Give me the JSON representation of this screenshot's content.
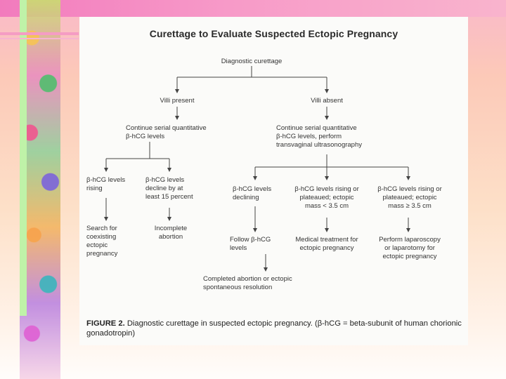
{
  "figure": {
    "title": "Curettage to Evaluate Suspected Ectopic Pregnancy",
    "nodes": {
      "root": "Diagnostic curettage",
      "villi_present": "Villi present",
      "villi_absent": "Villi absent",
      "continue_left": "Continue serial quantitative\nβ-hCG levels",
      "continue_right": "Continue serial quantitative\nβ-hCG levels, perform\ntransvaginal ultrasonography",
      "hcg_rising": "β-hCG levels\nrising",
      "hcg_decline_15": "β-hCG levels\ndecline by at\nleast 15 percent",
      "hcg_declining": "β-hCG levels\ndeclining",
      "rising_mass_small": "β-hCG levels rising or\nplateaued; ectopic\nmass < 3.5 cm",
      "rising_mass_large": "β-hCG levels rising or\nplateaued; ectopic\nmass ≥ 3.5 cm",
      "search_coexisting": "Search for\ncoexisting\nectopic\npregnancy",
      "incomplete_abortion": "Incomplete\nabortion",
      "follow_hcg": "Follow β-hCG\nlevels",
      "medical_treatment": "Medical treatment for\nectopic pregnancy",
      "laparoscopy": "Perform laparoscopy\nor laparotomy for\nectopic pregnancy",
      "completed_abortion": "Completed abortion or ectopic\nspontaneous resolution"
    },
    "caption_label": "FIGURE 2.",
    "caption_text": "Diagnostic curettage in suspected ectopic pregnancy. (β-hCG = beta-subunit of human chorionic gonadotropin)"
  }
}
